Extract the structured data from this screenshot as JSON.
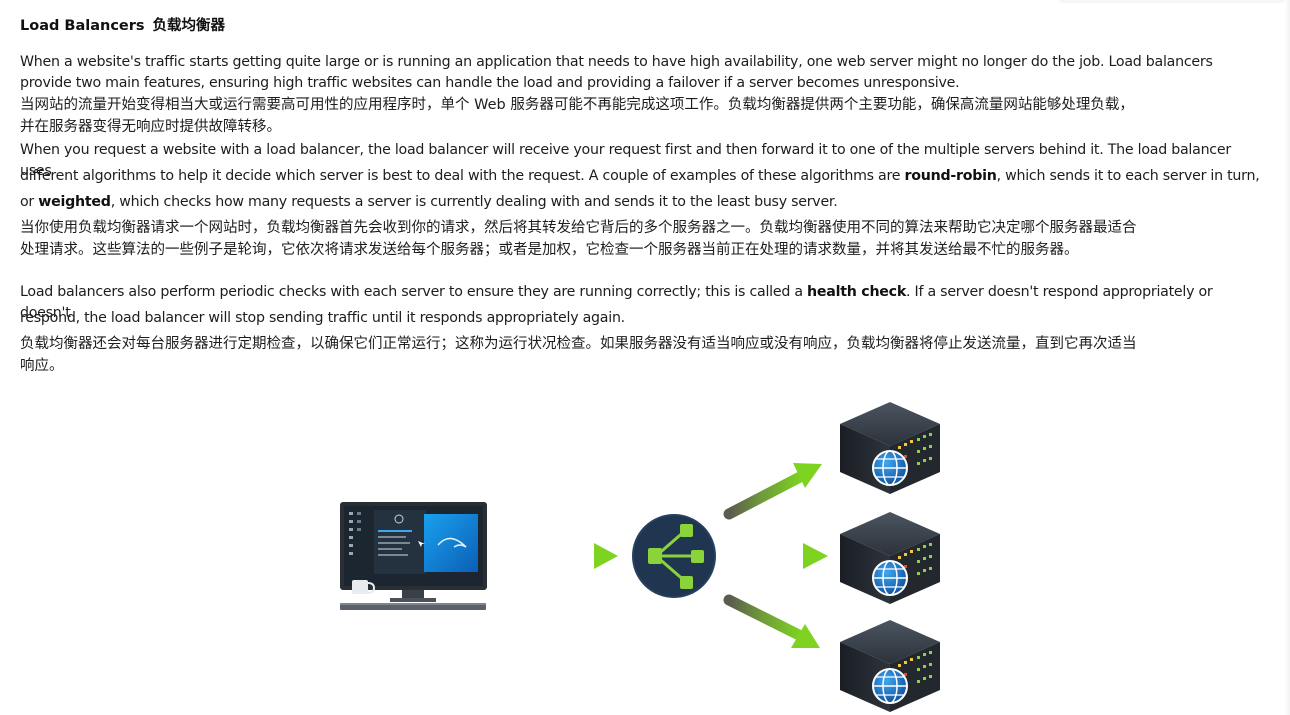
{
  "heading": {
    "title_en": "Load Balancers",
    "title_zh": "负载均衡器"
  },
  "para1": {
    "en": "When a website's traffic starts getting quite large or is running an application that needs to have high availability, one web server might no longer do the job. Load balancers provide two main features, ensuring high traffic websites can handle the load and providing a failover if a server becomes unresponsive.",
    "zh_line1": "当网站的流量开始变得相当大或运行需要高可用性的应用程序时，单个 Web 服务器可能不再能完成这项工作。负载均衡器提供两个主要功能，确保高流量网站能够处理负载，",
    "zh_line2": "并在服务器变得无响应时提供故障转移。"
  },
  "para2": {
    "line1": "When you request a website with a load balancer, the load balancer will receive your request first and then forward it to one of the multiple servers behind it. The load balancer uses",
    "line2_a": "different algorithms to help it decide which server is best to deal with the request. A couple of examples of these algorithms are ",
    "line2_bold": "round-robin",
    "line2_b": ", which sends it to each server in turn,",
    "line3_a": "or ",
    "line3_bold": "weighted",
    "line3_b": ", which checks how many requests a server is currently dealing with and sends it to the least busy server.",
    "zh_line1": "当你使用负载均衡器请求一个网站时，负载均衡器首先会收到你的请求，然后将其转发给它背后的多个服务器之一。负载均衡器使用不同的算法来帮助它决定哪个服务器最适合",
    "zh_line2": "处理请求。这些算法的一些例子是轮询，它依次将请求发送给每个服务器；或者是加权，它检查一个服务器当前正在处理的请求数量，并将其发送给最不忙的服务器。"
  },
  "para3": {
    "line1_a": "Load balancers also perform periodic checks with each server to ensure they are running correctly; this is called a ",
    "line1_bold": "health check",
    "line1_b": ". If a server doesn't respond appropriately or doesn't",
    "line2": "respond, the load balancer will stop sending traffic until it responds appropriately again.",
    "zh_line1": "负载均衡器还会对每台服务器进行定期检查，以确保它们正常运行；这称为运行状况检查。如果服务器没有适当响应或没有响应，负载均衡器将停止发送流量，直到它再次适当",
    "zh_line2": "响应。"
  },
  "diagram": {
    "client_icon": "desktop-computer-icon",
    "balancer_icon": "load-balancer-icon",
    "server_icon": "server-globe-icon",
    "arrow_color": "#7ed321",
    "balancer_color": "#1f3550",
    "balancer_node_color": "#8bd33b"
  }
}
